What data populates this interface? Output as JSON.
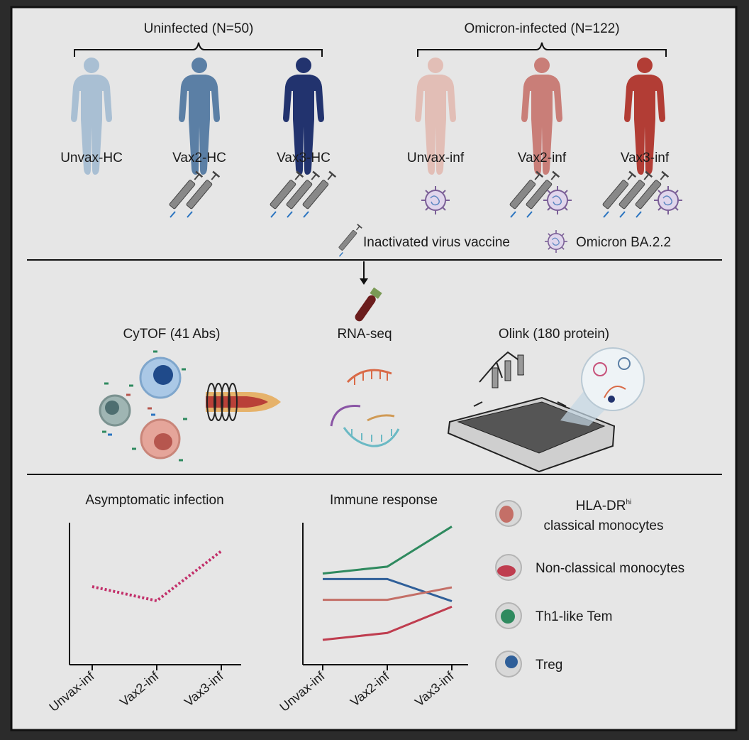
{
  "colors": {
    "frame_bg": "#e6e6e6",
    "unvax_hc": "#a9bfd3",
    "vax2_hc": "#5b7fa5",
    "vax3_hc": "#22336e",
    "unvax_inf": "#e2beb6",
    "vax2_inf": "#c97e78",
    "vax3_inf": "#b23d35",
    "asym_line": "#c2306a",
    "hla_dr": "#c46f67",
    "nonclassical": "#bf3d4f",
    "th1": "#2f8a5f",
    "treg": "#2f5f99"
  },
  "cohorts": {
    "uninfected_label": "Uninfected (N=50)",
    "infected_label": "Omicron-infected (N=122)",
    "groups": [
      {
        "label": "Unvax-HC",
        "doses": 0,
        "virus": false
      },
      {
        "label": "Vax2-HC",
        "doses": 2,
        "virus": false
      },
      {
        "label": "Vax3-HC",
        "doses": 3,
        "virus": false
      },
      {
        "label": "Unvax-inf",
        "doses": 0,
        "virus": true
      },
      {
        "label": "Vax2-inf",
        "doses": 2,
        "virus": true
      },
      {
        "label": "Vax3-inf",
        "doses": 3,
        "virus": true
      }
    ]
  },
  "legend_top": {
    "vaccine_label": "Inactivated virus vaccine",
    "virus_label": "Omicron BA.2.2"
  },
  "methods": {
    "cytof": "CyTOF (41 Abs)",
    "rnaseq": "RNA-seq",
    "olink": "Olink (180 protein)"
  },
  "chart_data": [
    {
      "type": "line",
      "title": "Asymptomatic infection",
      "categories": [
        "Unvax-inf",
        "Vax2-inf",
        "Vax3-inf"
      ],
      "series": [
        {
          "values": [
            0.55,
            0.45,
            0.8
          ],
          "color": "#c2306a",
          "style": "dotted"
        }
      ],
      "ylim": [
        0,
        1
      ]
    },
    {
      "type": "line",
      "title": "Immune response",
      "categories": [
        "Unvax-inf",
        "Vax2-inf",
        "Vax3-inf"
      ],
      "series": [
        {
          "name": "Th1-like Tem",
          "values": [
            0.66,
            0.71,
            1.0
          ],
          "color": "#2f8a5f"
        },
        {
          "name": "Treg",
          "values": [
            0.62,
            0.62,
            0.46
          ],
          "color": "#2f5f99"
        },
        {
          "name": "HLA-DR classical monocytes",
          "values": [
            0.47,
            0.47,
            0.56
          ],
          "color": "#c46f67"
        },
        {
          "name": "Non-classical monocytes",
          "values": [
            0.18,
            0.23,
            0.42
          ],
          "color": "#bf3d4f"
        }
      ],
      "ylim": [
        0,
        1.1
      ]
    }
  ],
  "legend_bottom": [
    {
      "text": "HLA-DR",
      "sup": "hi",
      "text2": "classical monocytes",
      "color": "#c46f67"
    },
    {
      "text": "Non-classical monocytes",
      "color": "#bf3d4f"
    },
    {
      "text": "Th1-like Tem",
      "color": "#2f8a5f"
    },
    {
      "text": "Treg",
      "color": "#2f5f99"
    }
  ]
}
